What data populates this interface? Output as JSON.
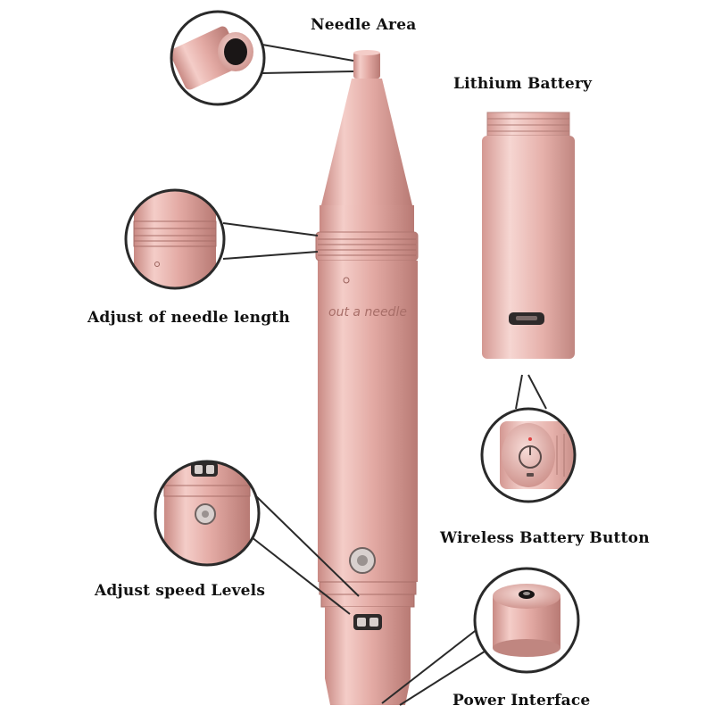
{
  "labels": {
    "needle_area": "Needle Area",
    "lithium_battery": "Lithium Battery",
    "needle_length": "Adjust of needle length",
    "wireless_button": "Wireless Battery Button",
    "speed_levels": "Adjust speed Levels",
    "power_interface": "Power Interface"
  },
  "pen_brand_text": "out a needle",
  "colors": {
    "background": "#ffffff",
    "rose_gold": "#e3aaa4",
    "rose_gold_dark": "#c98a84",
    "rose_gold_light": "#f6d3cf",
    "callout_ring": "#2a2a2a",
    "label_text": "#111111"
  }
}
